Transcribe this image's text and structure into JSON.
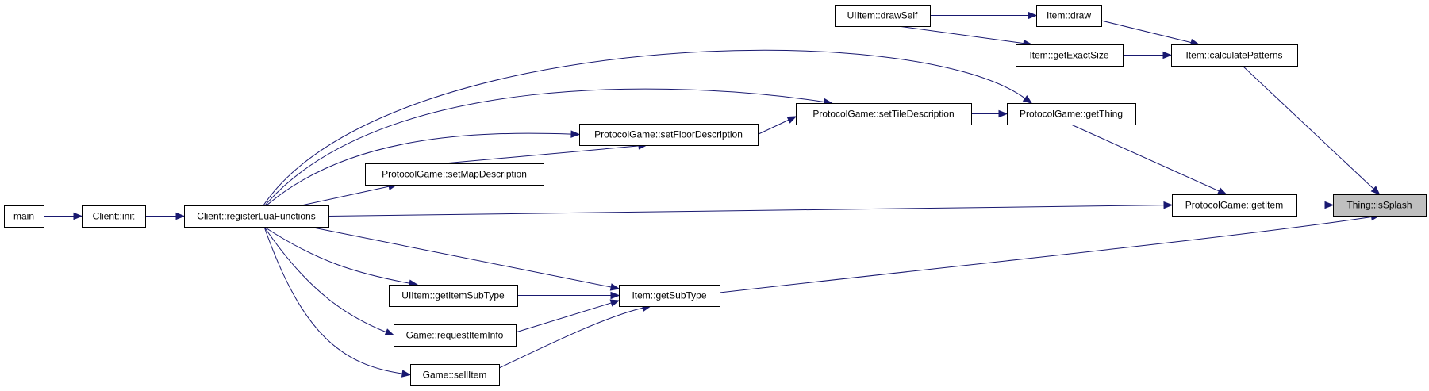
{
  "graph": {
    "type": "call-graph",
    "nodes": [
      {
        "id": "main",
        "label": "main",
        "highlighted": false
      },
      {
        "id": "client_init",
        "label": "Client::init",
        "highlighted": false
      },
      {
        "id": "register_lua",
        "label": "Client::registerLuaFunctions",
        "highlighted": false
      },
      {
        "id": "uiitem_drawself",
        "label": "UIItem::drawSelf",
        "highlighted": false
      },
      {
        "id": "item_draw",
        "label": "Item::draw",
        "highlighted": false
      },
      {
        "id": "item_getexactsize",
        "label": "Item::getExactSize",
        "highlighted": false
      },
      {
        "id": "item_calculatepatterns",
        "label": "Item::calculatePatterns",
        "highlighted": false
      },
      {
        "id": "pg_settiledescription",
        "label": "ProtocolGame::setTileDescription",
        "highlighted": false
      },
      {
        "id": "pg_getthing",
        "label": "ProtocolGame::getThing",
        "highlighted": false
      },
      {
        "id": "pg_setfloordescription",
        "label": "ProtocolGame::setFloorDescription",
        "highlighted": false
      },
      {
        "id": "pg_setmapdescription",
        "label": "ProtocolGame::setMapDescription",
        "highlighted": false
      },
      {
        "id": "pg_getitem",
        "label": "ProtocolGame::getItem",
        "highlighted": false
      },
      {
        "id": "thing_issplash",
        "label": "Thing::isSplash",
        "highlighted": true
      },
      {
        "id": "uiitem_getitemsubtype",
        "label": "UIItem::getItemSubType",
        "highlighted": false
      },
      {
        "id": "item_getsubtype",
        "label": "Item::getSubType",
        "highlighted": false
      },
      {
        "id": "game_requestiteminfo",
        "label": "Game::requestItemInfo",
        "highlighted": false
      },
      {
        "id": "game_sellitem",
        "label": "Game::sellItem",
        "highlighted": false
      }
    ],
    "edges": [
      {
        "from": "main",
        "to": "client_init"
      },
      {
        "from": "client_init",
        "to": "register_lua"
      },
      {
        "from": "uiitem_drawself",
        "to": "item_draw"
      },
      {
        "from": "uiitem_drawself",
        "to": "item_getexactsize"
      },
      {
        "from": "item_draw",
        "to": "item_calculatepatterns"
      },
      {
        "from": "item_getexactsize",
        "to": "item_calculatepatterns"
      },
      {
        "from": "item_calculatepatterns",
        "to": "thing_issplash"
      },
      {
        "from": "register_lua",
        "to": "pg_getthing"
      },
      {
        "from": "register_lua",
        "to": "pg_settiledescription"
      },
      {
        "from": "register_lua",
        "to": "pg_setfloordescription"
      },
      {
        "from": "register_lua",
        "to": "pg_setmapdescription"
      },
      {
        "from": "pg_setmapdescription",
        "to": "pg_setfloordescription"
      },
      {
        "from": "pg_setfloordescription",
        "to": "pg_settiledescription"
      },
      {
        "from": "pg_settiledescription",
        "to": "pg_getthing"
      },
      {
        "from": "pg_getthing",
        "to": "pg_getitem"
      },
      {
        "from": "register_lua",
        "to": "pg_getitem"
      },
      {
        "from": "pg_getitem",
        "to": "thing_issplash"
      },
      {
        "from": "register_lua",
        "to": "uiitem_getitemsubtype"
      },
      {
        "from": "register_lua",
        "to": "game_requestiteminfo"
      },
      {
        "from": "register_lua",
        "to": "game_sellitem"
      },
      {
        "from": "register_lua",
        "to": "item_getsubtype"
      },
      {
        "from": "uiitem_getitemsubtype",
        "to": "item_getsubtype"
      },
      {
        "from": "game_requestiteminfo",
        "to": "item_getsubtype"
      },
      {
        "from": "game_sellitem",
        "to": "item_getsubtype"
      },
      {
        "from": "item_getsubtype",
        "to": "thing_issplash"
      }
    ]
  },
  "colors": {
    "edge": "#191970",
    "node_border": "#000000",
    "node_fill": "#ffffff",
    "highlight_fill": "#bfbfbf"
  }
}
